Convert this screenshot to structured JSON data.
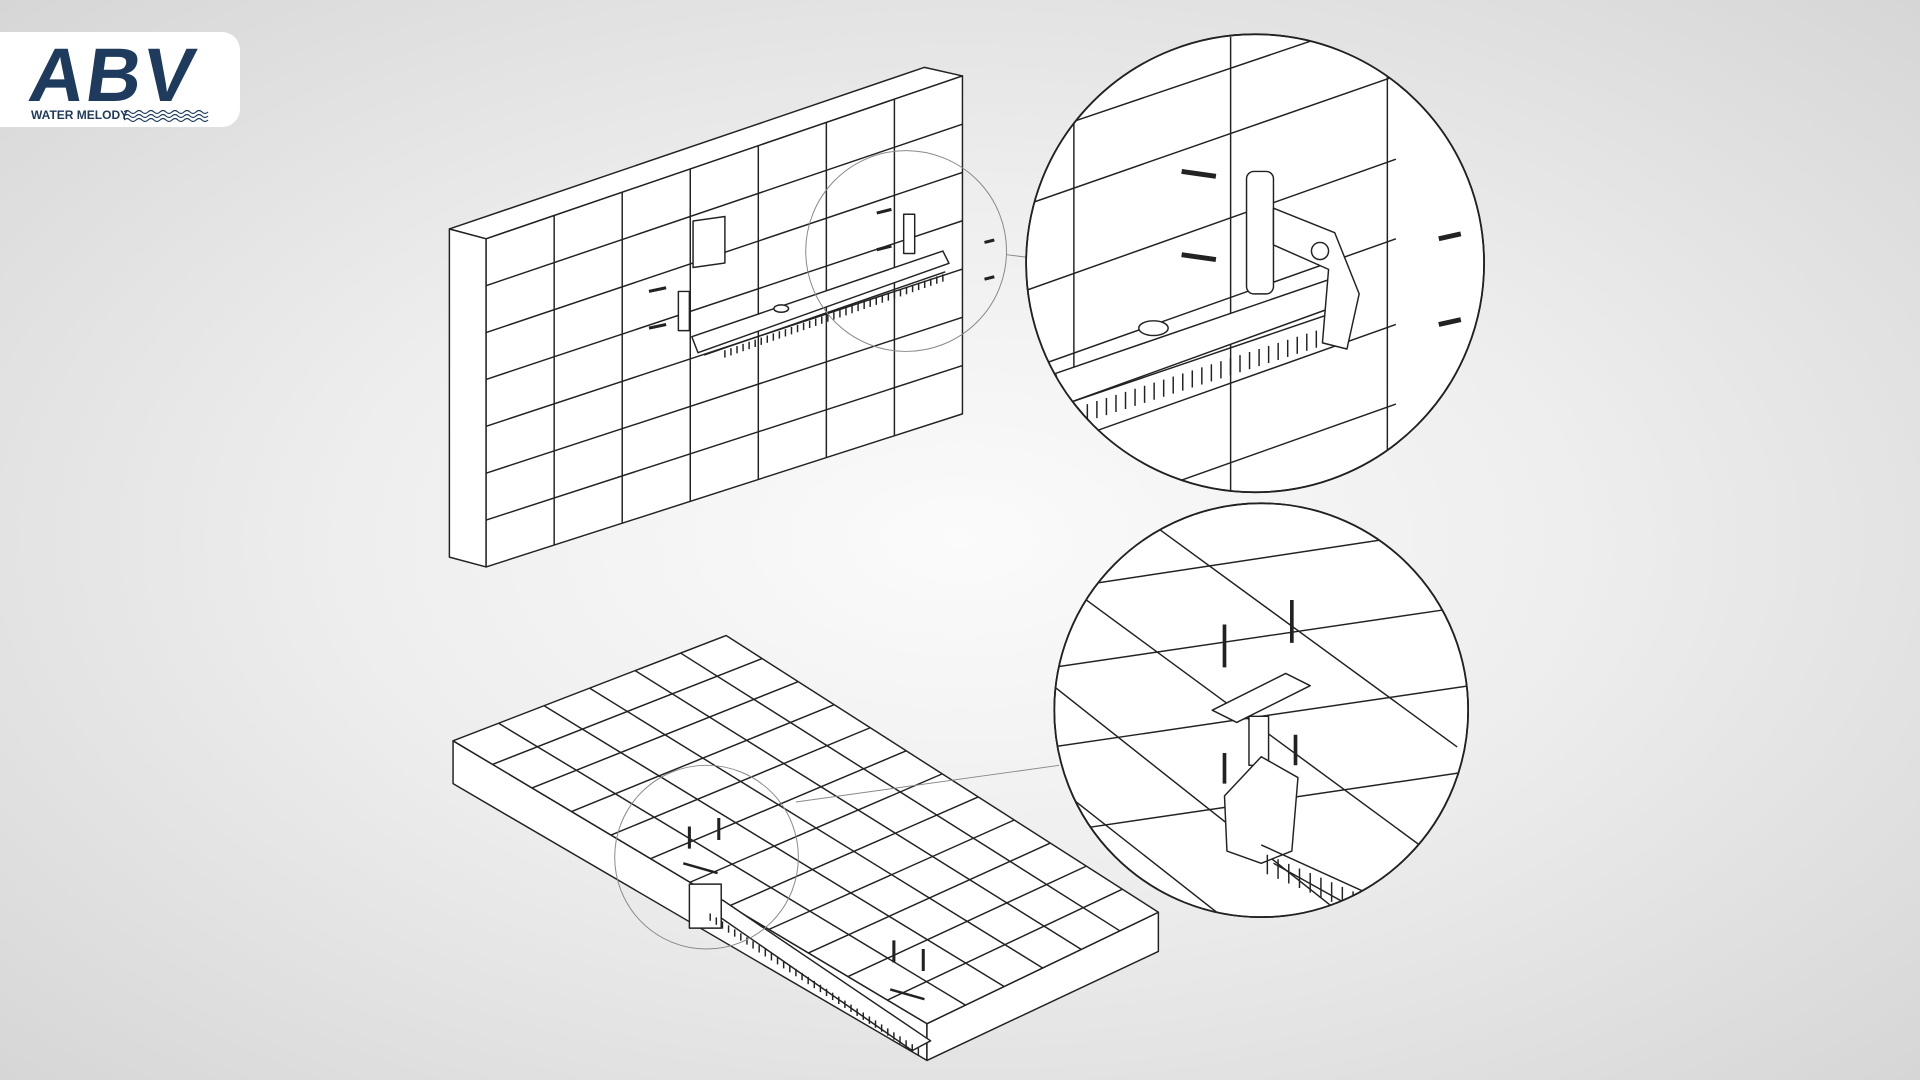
{
  "logo": {
    "mark": "ABV",
    "tagline": "WATER MELODY",
    "color": "#1e3a5c"
  },
  "illustration": {
    "subject": "bracket-installation-wall-and-floor",
    "line_color": "#222222",
    "wall_columns": 7,
    "wall_rows": 7,
    "floor_columns": 12,
    "floor_rows": 6
  }
}
